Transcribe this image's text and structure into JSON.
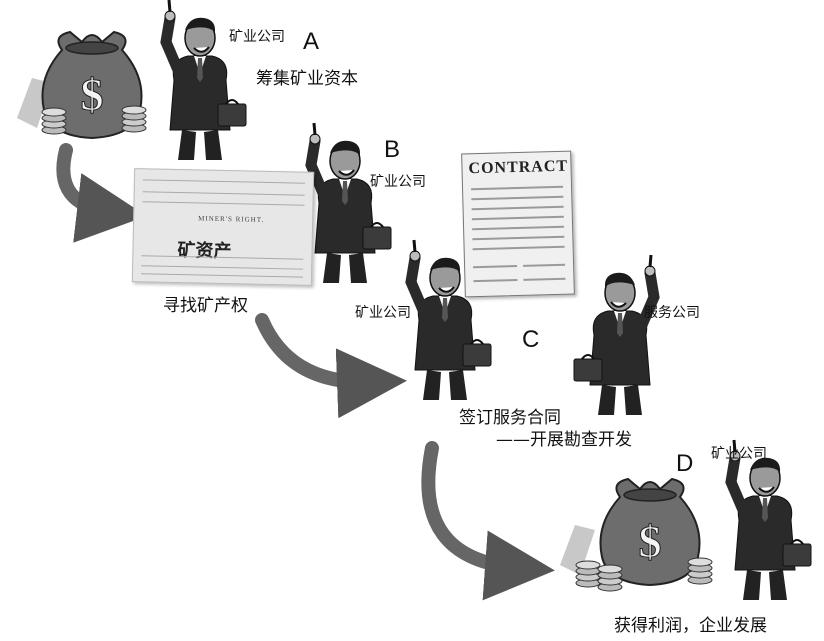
{
  "steps": [
    {
      "letter": "A",
      "company": "矿业公司",
      "caption": "筹集矿业资本"
    },
    {
      "letter": "B",
      "company": "矿业公司",
      "caption": "寻找矿产权",
      "document_text": "矿资产",
      "document_heading": "MINER'S RIGHT."
    },
    {
      "letter": "C",
      "company_left": "矿业公司",
      "company_right": "服务公司",
      "caption_line1": "签订服务合同",
      "caption_line2": "——开展勘查开发",
      "document_text": "CONTRACT"
    },
    {
      "letter": "D",
      "company": "矿业公司",
      "caption": "获得利润，企业发展"
    }
  ],
  "icons": [
    "money-bag-icon",
    "businessman-icon",
    "briefcase-icon",
    "curved-arrow-icon",
    "contract-document-icon",
    "mining-right-certificate-icon"
  ]
}
